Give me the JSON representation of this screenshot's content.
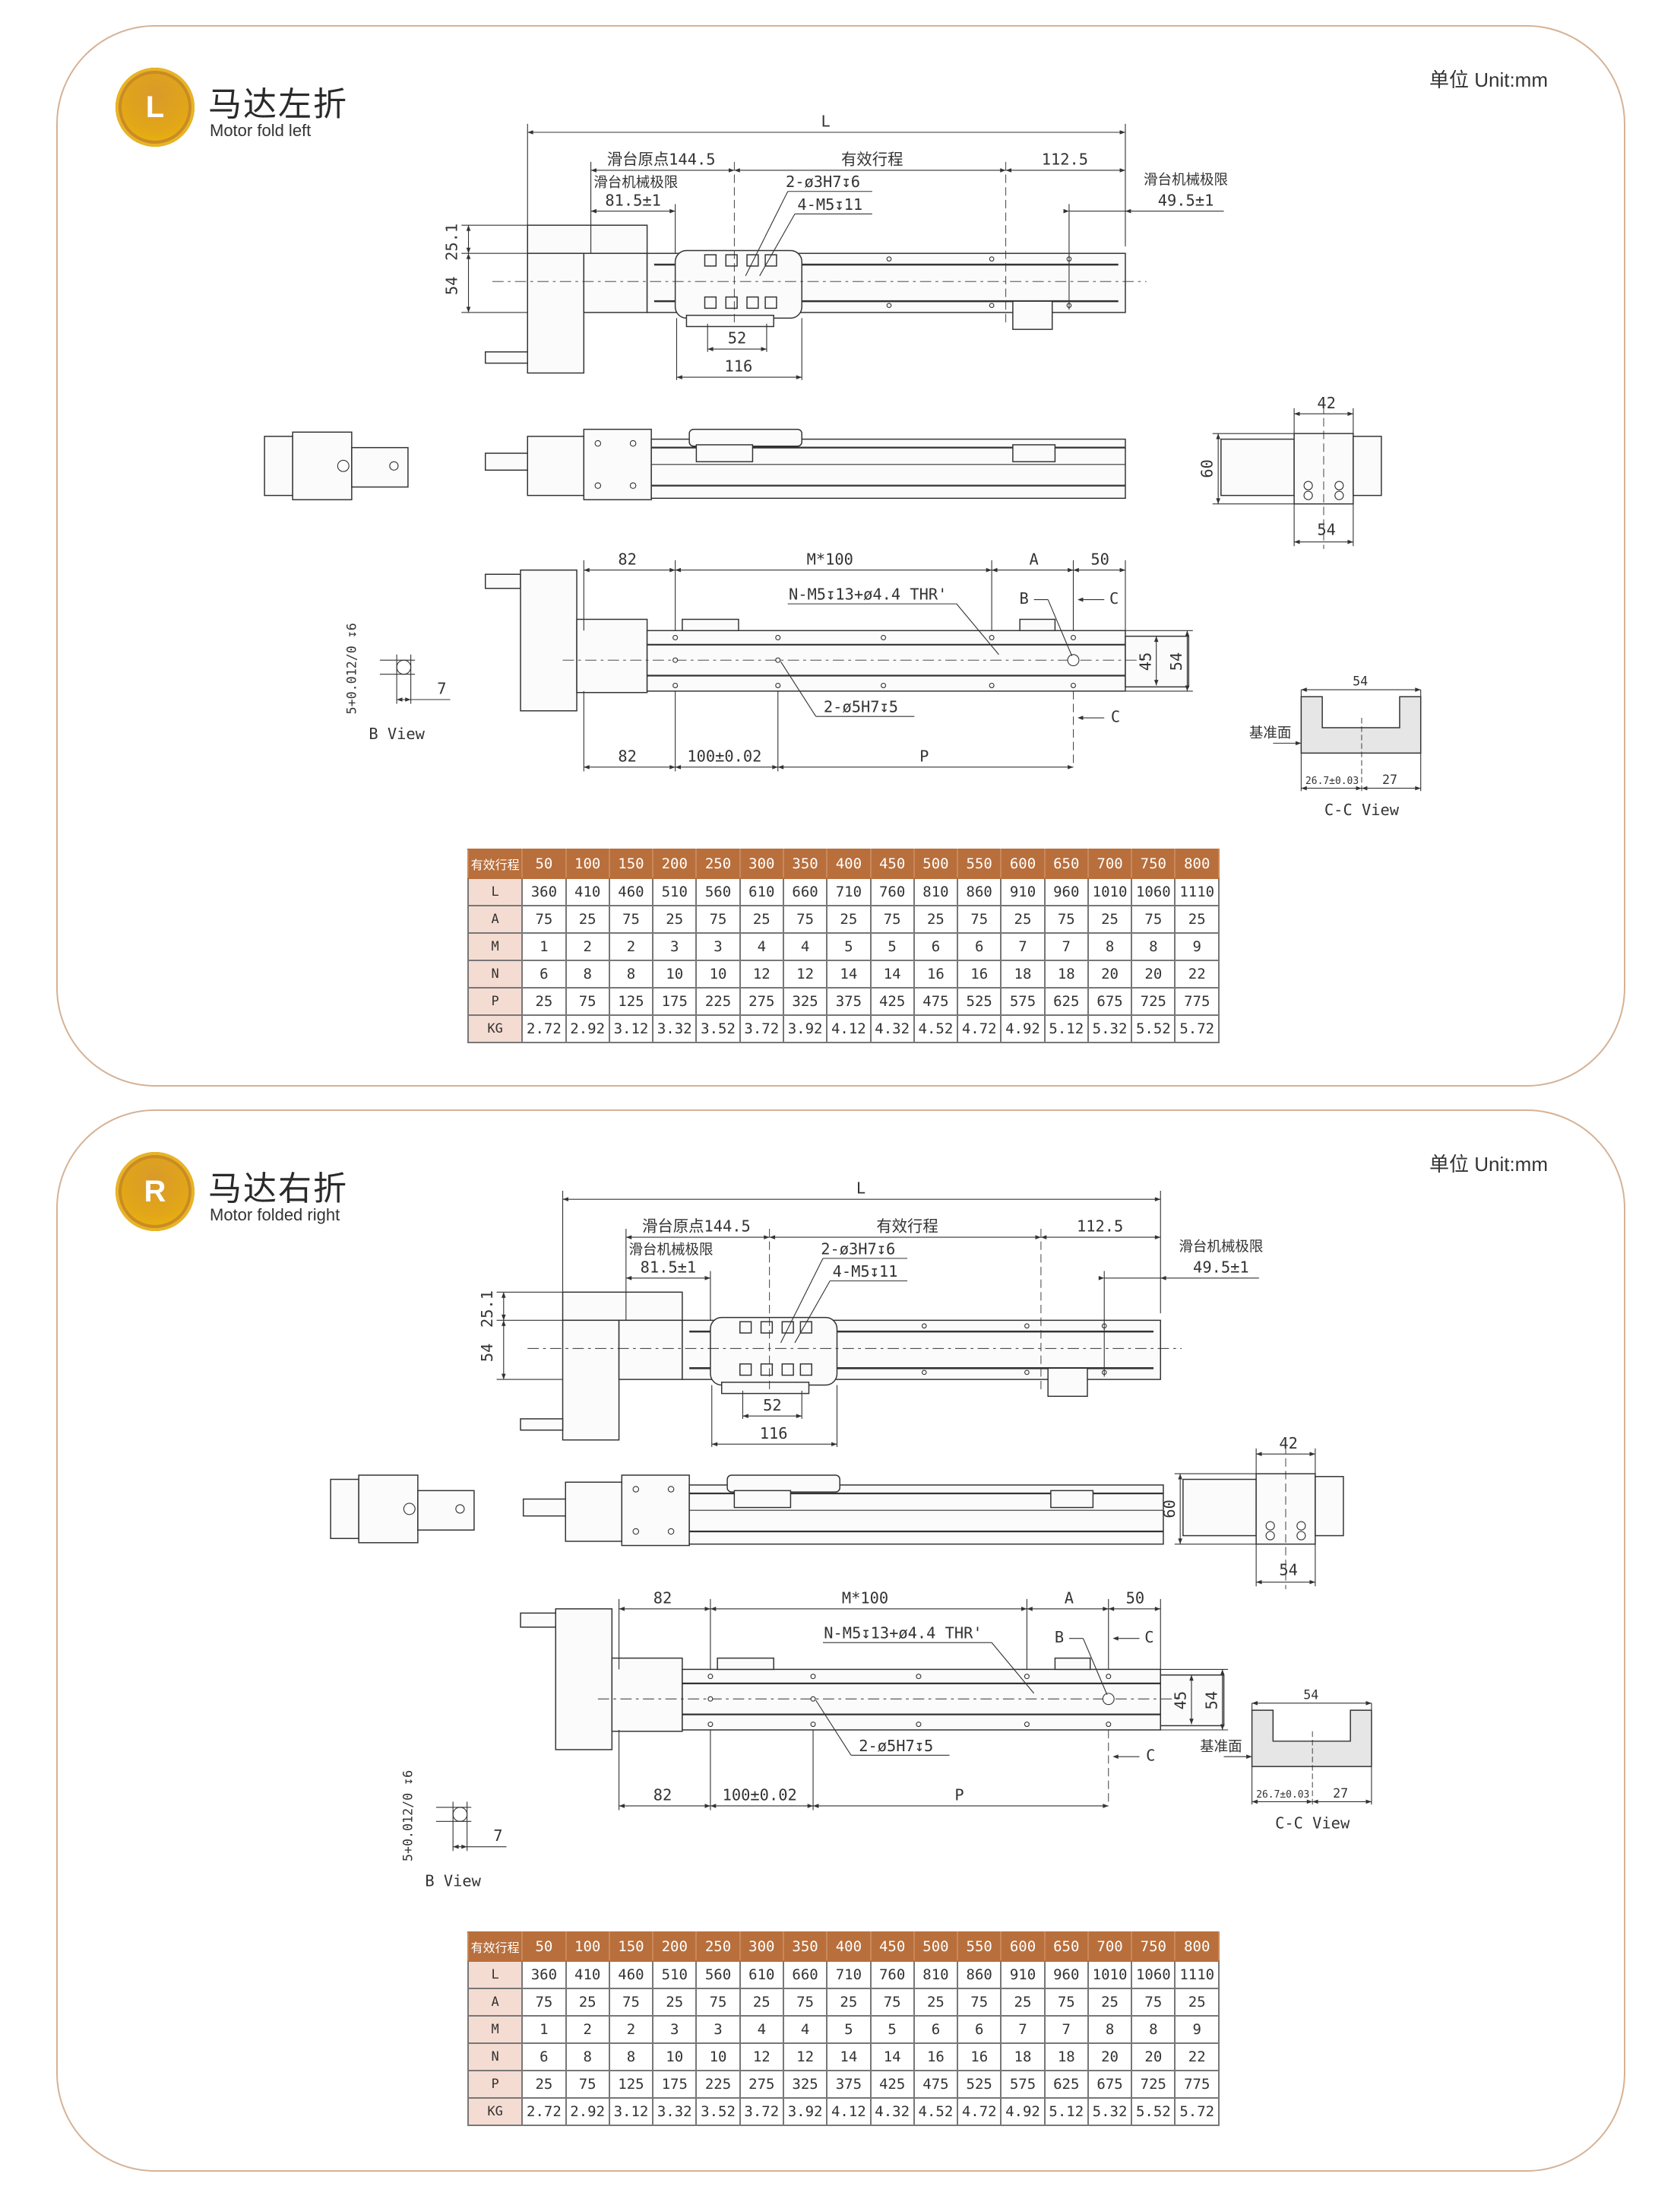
{
  "colors": {
    "accent": "#b86f3c",
    "label_bg": "#f4dcd2",
    "border": "#d6b295",
    "badge": "#e2a618"
  },
  "panels": [
    {
      "badge": "L",
      "title": "马达左折",
      "subtitle": "Motor fold left",
      "unit": "单位 Unit:mm",
      "drawing": {
        "L": "L",
        "origin": "滑台原点144.5",
        "stroke": "有效行程",
        "d112": "112.5",
        "limit_left": "滑台机械极限",
        "d81": "81.5±1",
        "limit_right": "滑台机械极限",
        "d49": "49.5±1",
        "pin3": "2-ø3H7↧6",
        "m5": "4-M5↧11",
        "d52": "52",
        "d116": "116",
        "d25": "25.1",
        "d54": "54",
        "top42": "42",
        "side60": "60",
        "bot54": "54",
        "b82": "82",
        "m100": "M*100",
        "a": "A",
        "d50": "50",
        "thread": "N-M5↧13+ø4.4 THR'",
        "b_mark": "B",
        "c_mark": "C",
        "d45": "45",
        "d54b": "54",
        "pin5": "2-ø5H7↧5",
        "b82b": "82",
        "d100": "100±0.02",
        "p": "P",
        "tol": "5+0.012/0 ↧6",
        "d7": "7",
        "bview": "B  View",
        "cc54": "54",
        "datum": "基准面",
        "cc267": "26.7±0.03",
        "cc27": "27",
        "ccview": "C-C  View"
      },
      "table": {
        "header": [
          "有效行程",
          "50",
          "100",
          "150",
          "200",
          "250",
          "300",
          "350",
          "400",
          "450",
          "500",
          "550",
          "600",
          "650",
          "700",
          "750",
          "800"
        ],
        "rows": [
          {
            "label": "L",
            "values": [
              "360",
              "410",
              "460",
              "510",
              "560",
              "610",
              "660",
              "710",
              "760",
              "810",
              "860",
              "910",
              "960",
              "1010",
              "1060",
              "1110"
            ]
          },
          {
            "label": "A",
            "values": [
              "75",
              "25",
              "75",
              "25",
              "75",
              "25",
              "75",
              "25",
              "75",
              "25",
              "75",
              "25",
              "75",
              "25",
              "75",
              "25"
            ]
          },
          {
            "label": "M",
            "values": [
              "1",
              "2",
              "2",
              "3",
              "3",
              "4",
              "4",
              "5",
              "5",
              "6",
              "6",
              "7",
              "7",
              "8",
              "8",
              "9"
            ]
          },
          {
            "label": "N",
            "values": [
              "6",
              "8",
              "8",
              "10",
              "10",
              "12",
              "12",
              "14",
              "14",
              "16",
              "16",
              "18",
              "18",
              "20",
              "20",
              "22"
            ]
          },
          {
            "label": "P",
            "values": [
              "25",
              "75",
              "125",
              "175",
              "225",
              "275",
              "325",
              "375",
              "425",
              "475",
              "525",
              "575",
              "625",
              "675",
              "725",
              "775"
            ]
          },
          {
            "label": "KG",
            "values": [
              "2.72",
              "2.92",
              "3.12",
              "3.32",
              "3.52",
              "3.72",
              "3.92",
              "4.12",
              "4.32",
              "4.52",
              "4.72",
              "4.92",
              "5.12",
              "5.32",
              "5.52",
              "5.72"
            ]
          }
        ]
      }
    },
    {
      "badge": "R",
      "title": "马达右折",
      "subtitle": "Motor folded right",
      "unit": "单位 Unit:mm",
      "drawing": {
        "L": "L",
        "origin": "滑台原点144.5",
        "stroke": "有效行程",
        "d112": "112.5",
        "limit_left": "滑台机械极限",
        "d81": "81.5±1",
        "limit_right": "滑台机械极限",
        "d49": "49.5±1",
        "pin3": "2-ø3H7↧6",
        "m5": "4-M5↧11",
        "d52": "52",
        "d116": "116",
        "d25": "25.1",
        "d54": "54",
        "top42": "42",
        "side60": "60",
        "bot54": "54",
        "b82": "82",
        "m100": "M*100",
        "a": "A",
        "d50": "50",
        "thread": "N-M5↧13+ø4.4 THR'",
        "b_mark": "B",
        "c_mark": "C",
        "d45": "45",
        "d54b": "54",
        "pin5": "2-ø5H7↧5",
        "b82b": "82",
        "d100": "100±0.02",
        "p": "P",
        "tol": "5+0.012/0 ↧6",
        "d7": "7",
        "bview": "B  View",
        "cc54": "54",
        "datum": "基准面",
        "cc267": "26.7±0.03",
        "cc27": "27",
        "ccview": "C-C  View"
      },
      "table": {
        "header": [
          "有效行程",
          "50",
          "100",
          "150",
          "200",
          "250",
          "300",
          "350",
          "400",
          "450",
          "500",
          "550",
          "600",
          "650",
          "700",
          "750",
          "800"
        ],
        "rows": [
          {
            "label": "L",
            "values": [
              "360",
              "410",
              "460",
              "510",
              "560",
              "610",
              "660",
              "710",
              "760",
              "810",
              "860",
              "910",
              "960",
              "1010",
              "1060",
              "1110"
            ]
          },
          {
            "label": "A",
            "values": [
              "75",
              "25",
              "75",
              "25",
              "75",
              "25",
              "75",
              "25",
              "75",
              "25",
              "75",
              "25",
              "75",
              "25",
              "75",
              "25"
            ]
          },
          {
            "label": "M",
            "values": [
              "1",
              "2",
              "2",
              "3",
              "3",
              "4",
              "4",
              "5",
              "5",
              "6",
              "6",
              "7",
              "7",
              "8",
              "8",
              "9"
            ]
          },
          {
            "label": "N",
            "values": [
              "6",
              "8",
              "8",
              "10",
              "10",
              "12",
              "12",
              "14",
              "14",
              "16",
              "16",
              "18",
              "18",
              "20",
              "20",
              "22"
            ]
          },
          {
            "label": "P",
            "values": [
              "25",
              "75",
              "125",
              "175",
              "225",
              "275",
              "325",
              "375",
              "425",
              "475",
              "525",
              "575",
              "625",
              "675",
              "725",
              "775"
            ]
          },
          {
            "label": "KG",
            "values": [
              "2.72",
              "2.92",
              "3.12",
              "3.32",
              "3.52",
              "3.72",
              "3.92",
              "4.12",
              "4.32",
              "4.52",
              "4.72",
              "4.92",
              "5.12",
              "5.32",
              "5.52",
              "5.72"
            ]
          }
        ]
      }
    }
  ]
}
